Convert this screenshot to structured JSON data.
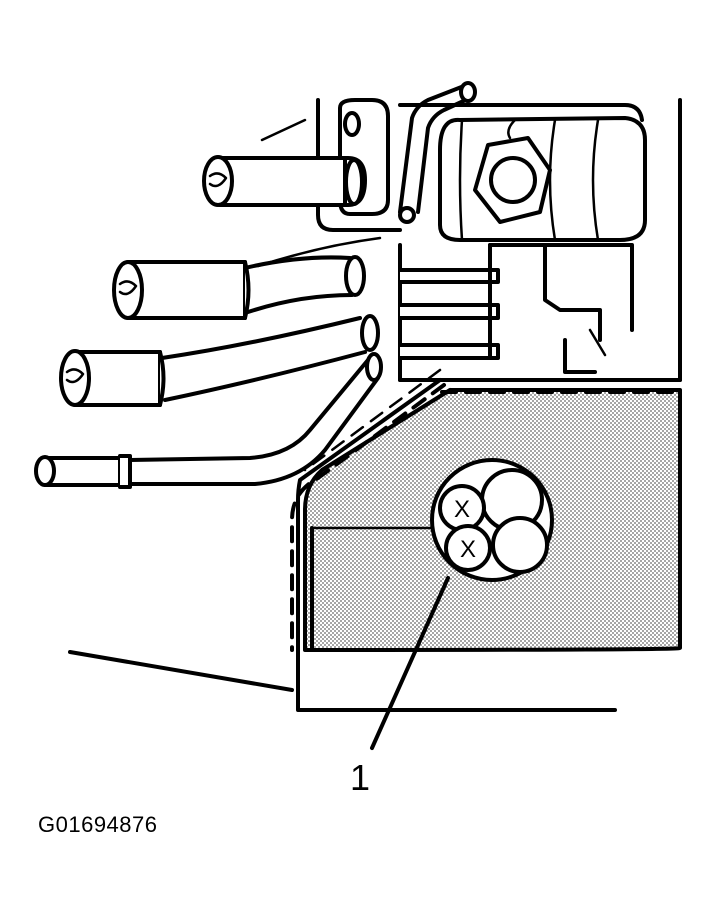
{
  "diagram": {
    "callout_label": "1",
    "figure_id": "G01694876",
    "connector_marker": "X"
  },
  "colors": {
    "ink": "#000000",
    "paper": "#ffffff",
    "shading": "#b8b8b8"
  }
}
